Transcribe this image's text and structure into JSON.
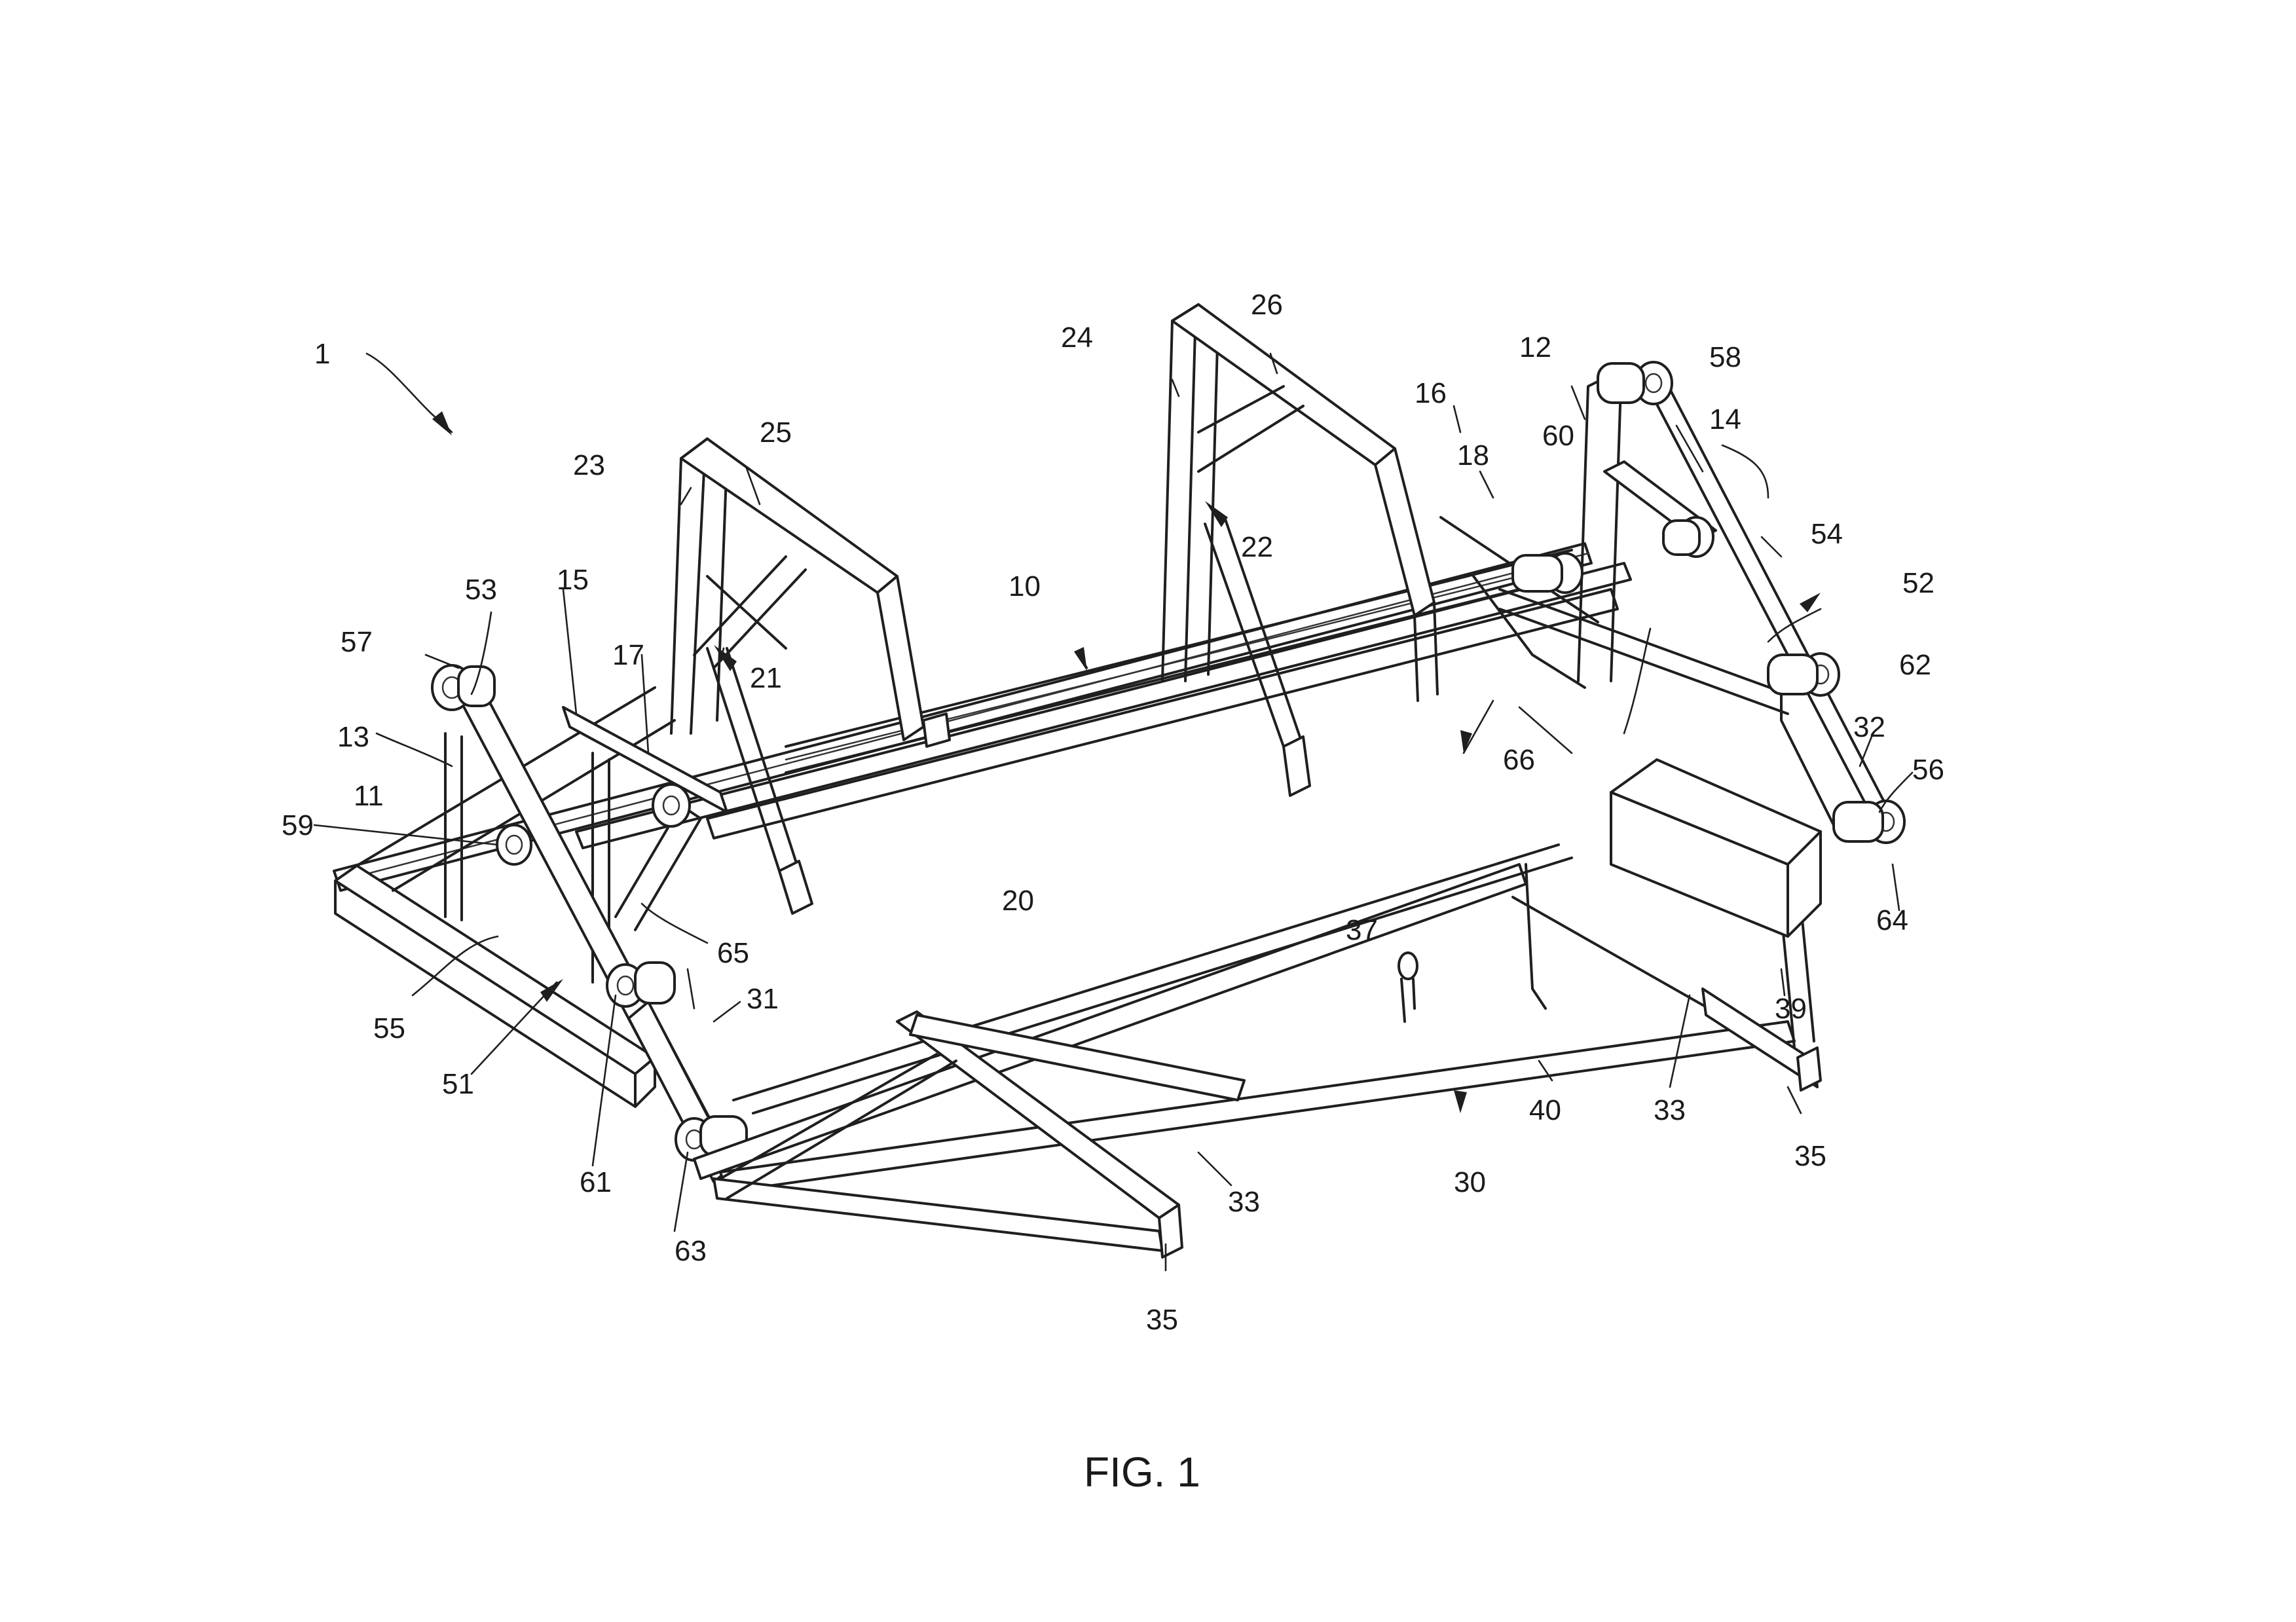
{
  "caption": "FIG. 1",
  "reference_numerals": [
    {
      "id": "ref-1",
      "text": "1"
    },
    {
      "id": "ref-10",
      "text": "10"
    },
    {
      "id": "ref-11",
      "text": "11"
    },
    {
      "id": "ref-12",
      "text": "12"
    },
    {
      "id": "ref-13",
      "text": "13"
    },
    {
      "id": "ref-14",
      "text": "14"
    },
    {
      "id": "ref-15",
      "text": "15"
    },
    {
      "id": "ref-16",
      "text": "16"
    },
    {
      "id": "ref-17",
      "text": "17"
    },
    {
      "id": "ref-18",
      "text": "18"
    },
    {
      "id": "ref-20",
      "text": "20"
    },
    {
      "id": "ref-21",
      "text": "21"
    },
    {
      "id": "ref-22",
      "text": "22"
    },
    {
      "id": "ref-23",
      "text": "23"
    },
    {
      "id": "ref-24",
      "text": "24"
    },
    {
      "id": "ref-25",
      "text": "25"
    },
    {
      "id": "ref-26",
      "text": "26"
    },
    {
      "id": "ref-30",
      "text": "30"
    },
    {
      "id": "ref-31",
      "text": "31"
    },
    {
      "id": "ref-32",
      "text": "32"
    },
    {
      "id": "ref-33a",
      "text": "33"
    },
    {
      "id": "ref-33b",
      "text": "33"
    },
    {
      "id": "ref-35a",
      "text": "35"
    },
    {
      "id": "ref-35b",
      "text": "35"
    },
    {
      "id": "ref-37",
      "text": "37"
    },
    {
      "id": "ref-39",
      "text": "39"
    },
    {
      "id": "ref-40",
      "text": "40"
    },
    {
      "id": "ref-51",
      "text": "51"
    },
    {
      "id": "ref-52",
      "text": "52"
    },
    {
      "id": "ref-53",
      "text": "53"
    },
    {
      "id": "ref-54",
      "text": "54"
    },
    {
      "id": "ref-55",
      "text": "55"
    },
    {
      "id": "ref-56",
      "text": "56"
    },
    {
      "id": "ref-57",
      "text": "57"
    },
    {
      "id": "ref-58",
      "text": "58"
    },
    {
      "id": "ref-59",
      "text": "59"
    },
    {
      "id": "ref-60",
      "text": "60"
    },
    {
      "id": "ref-61",
      "text": "61"
    },
    {
      "id": "ref-62",
      "text": "62"
    },
    {
      "id": "ref-63",
      "text": "63"
    },
    {
      "id": "ref-64",
      "text": "64"
    },
    {
      "id": "ref-65",
      "text": "65"
    },
    {
      "id": "ref-66",
      "text": "66"
    }
  ]
}
